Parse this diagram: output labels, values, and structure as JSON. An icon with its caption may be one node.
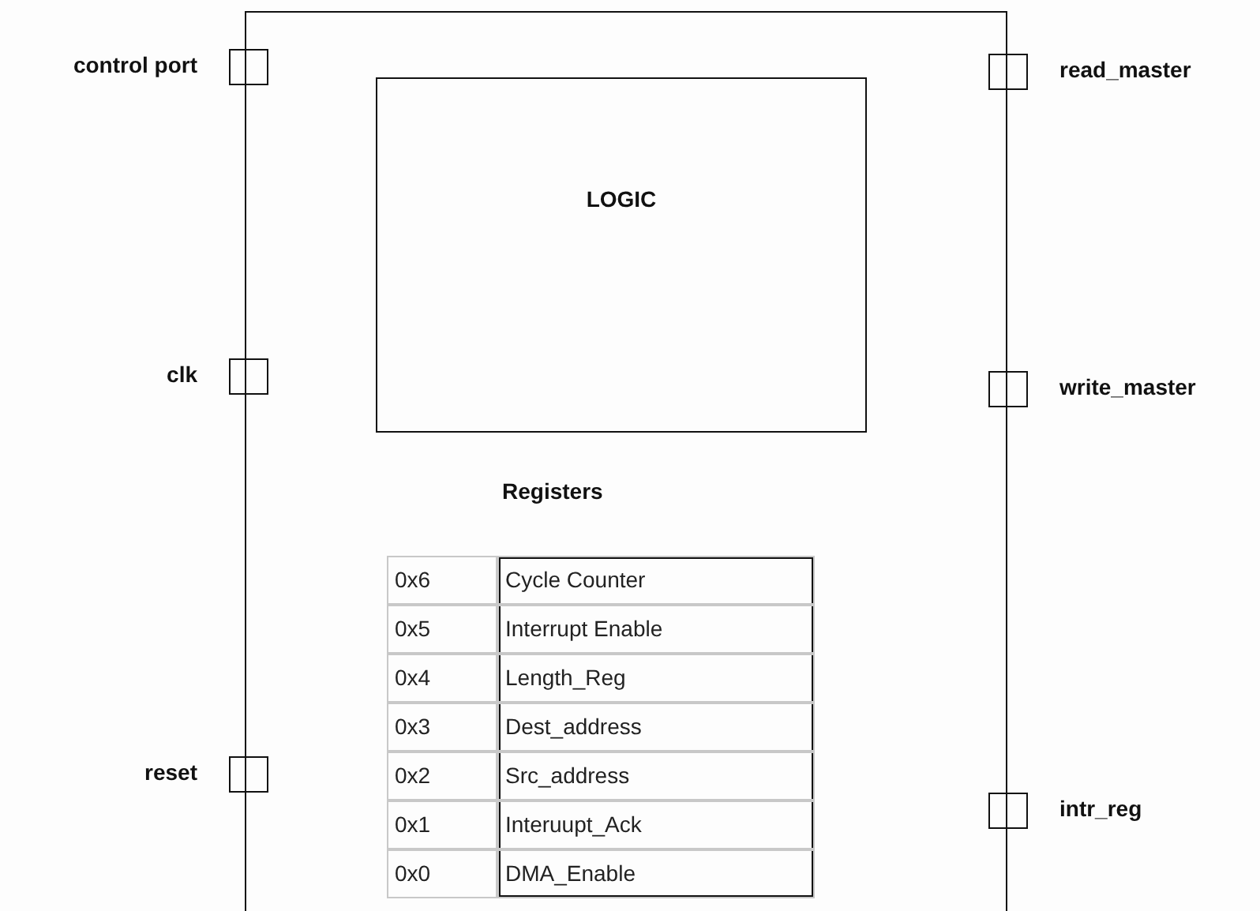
{
  "diagram": {
    "nodes": [
      {
        "text": [],
        "shape": "box"
      },
      {
        "text": [
          "LOGIC"
        ],
        "in": 0
      },
      {
        "text": [],
        "shape": "box",
        "beside": [
          "control port"
        ]
      },
      {
        "text": [],
        "shape": "box",
        "beside": [
          "clk"
        ]
      },
      {
        "text": [],
        "shape": "box",
        "beside": [
          "reset"
        ]
      },
      {
        "text": [],
        "shape": "box",
        "beside": [
          "read_master"
        ]
      },
      {
        "text": [],
        "shape": "box",
        "beside": [
          "write_master"
        ]
      },
      {
        "text": [],
        "shape": "box",
        "beside": [
          "intr_reg"
        ]
      }
    ],
    "labels": [
      "Registers",
      "0x6",
      "Cycle Counter",
      "0x5",
      "Interrupt Enable",
      "0x4",
      "Length_Reg",
      "0x3",
      "Dest_address",
      "0x2",
      "Src_address",
      "0x1",
      "Interuupt_Ack",
      "0x0",
      "DMA_Enable"
    ]
  }
}
